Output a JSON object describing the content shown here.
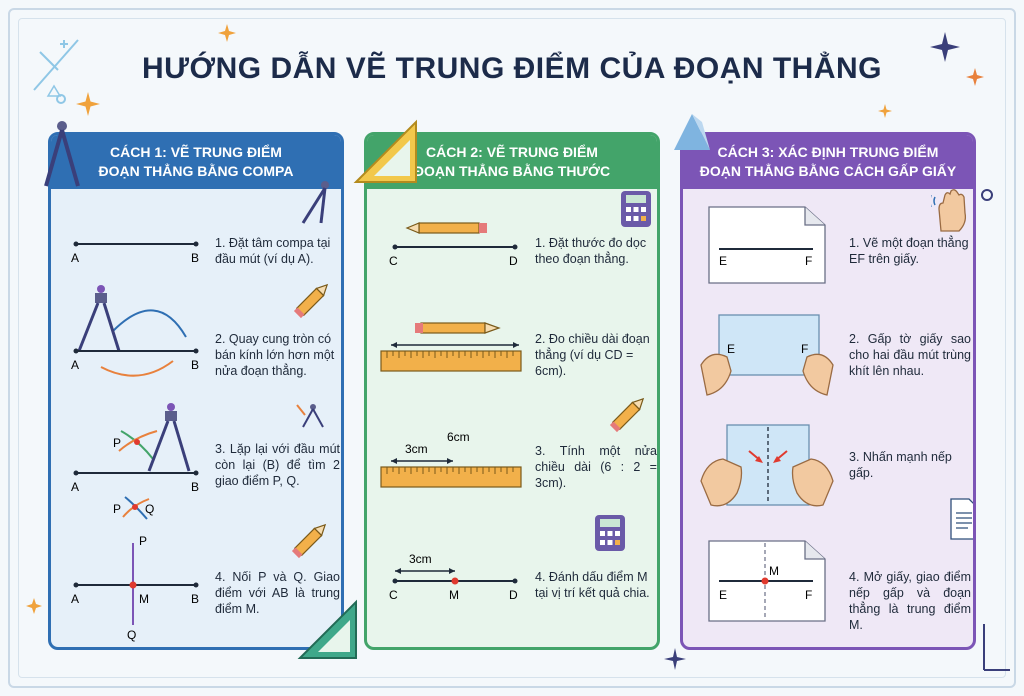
{
  "title": "HƯỚNG DẪN VẼ TRUNG ĐIỂM CỦA ĐOẠN THẲNG",
  "panels": [
    {
      "header_line1": "CÁCH 1: VẼ TRUNG ĐIỂM",
      "header_line2": "ĐOẠN THẲNG BẰNG COMPA",
      "steps": [
        "1. Đặt tâm compa tại đầu mút (ví dụ A).",
        "2. Quay cung tròn có bán kính lớn hơn một nửa đoạn thẳng.",
        "3. Lặp lại với đầu mút còn lại (B) để tìm 2 giao điểm P, Q.",
        "4. Nối P và Q. Giao điểm với AB là trung điểm M."
      ],
      "labels": {
        "a": "A",
        "b": "B",
        "p": "P",
        "q": "Q",
        "m": "M"
      }
    },
    {
      "header_line1": "CÁCH 2: VẼ TRUNG ĐIỂM",
      "header_line2": "ĐOẠN THẲNG BẰNG THƯỚC",
      "steps": [
        "1. Đặt thước đo dọc theo đoạn thẳng.",
        "2. Đo chiều dài đoạn thẳng (ví dụ CD = 6cm).",
        "3. Tính một nửa chiều dài (6 : 2 = 3cm).",
        "4. Đánh dấu điểm M tại vị trí kết quả chia."
      ],
      "labels": {
        "c": "C",
        "d": "D",
        "m": "M",
        "six_cm": "6cm",
        "three_cm": "3cm"
      }
    },
    {
      "header_line1": "CÁCH 3: XÁC ĐỊNH TRUNG ĐIỂM",
      "header_line2": "ĐOẠN THẲNG BẰNG CÁCH GẤP GIẤY",
      "steps": [
        "1. Vẽ một đoạn thẳng EF trên giấy.",
        "2. Gấp tờ giấy sao cho hai đầu mút trùng khít lên nhau.",
        "3. Nhấn mạnh nếp gấp.",
        "4. Mở giấy, giao điểm nếp gấp và đoạn thẳng là trung điểm M."
      ],
      "labels": {
        "e": "E",
        "f": "F",
        "m": "M"
      }
    }
  ],
  "icons": [
    "compass-icon",
    "pencil-icon",
    "calculator-icon",
    "ruler-icon",
    "set-square-icon",
    "document-icon",
    "hand-icon",
    "star-icon"
  ],
  "colors": {
    "blue": "#2f6fb3",
    "green": "#43a46a",
    "purple": "#7c55b6",
    "point_red": "#e03a2f",
    "ruler_orange": "#f2b04a"
  }
}
